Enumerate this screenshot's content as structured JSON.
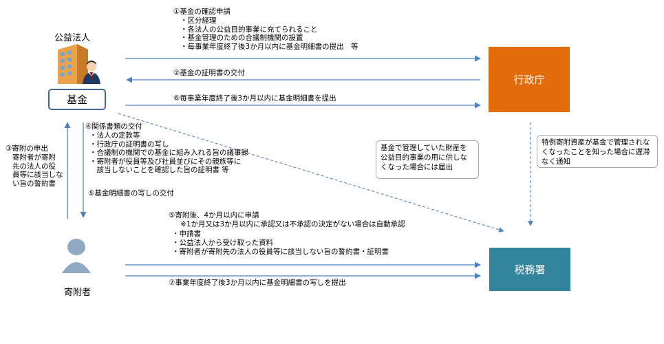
{
  "entities": {
    "public_corp": "公益法人",
    "fund": "基金",
    "agency": "行政庁",
    "tax_office": "税務署",
    "donor": "寄附者"
  },
  "flows": {
    "step1_title": "①基金の確認申請",
    "step1_items": [
      "・区分経理",
      "・各法人の公益目的事業に充てられること",
      "・基金管理のための合議制機関の設置",
      "・毎事業年度終了後3か月以内に基金明細書の提出　等"
    ],
    "step2": "②基金の証明書の交付",
    "step6": "⑥毎事業年度終了後3か月以内に基金明細書を提出",
    "step3_lines": [
      "③寄附の申出",
      "寄附者が寄附",
      "先の法人の役",
      "員等に該当しな",
      "い旨の誓約書"
    ],
    "step4_title": "④関係書類の交付",
    "step4_items": [
      "・法人の定款等",
      "・行政庁の証明書の写し",
      "・合議制の機関での基金に組み入れる旨の議事録",
      "・寄附者が役員等及び社員並びにその親族等に",
      "　該当しないことを確認した旨の証明書  等"
    ],
    "step5b": "⑤基金明細書の写しの交付",
    "step5_title": "⑤寄附後、4か月以内に申請",
    "step5_note": "※1か月又は3か月以内に承認又は不承認の決定がない場合は自動承認",
    "step5_items": [
      "・申請書",
      "・公益法人から受け取った資料",
      "・寄附者が寄附先の法人の役員等に該当しない旨の誓約書・証明書"
    ],
    "step7": "⑦事業年度終了後3か月以内に基金明細書の写しを提出"
  },
  "notes": {
    "note_left": "基金で管理していた財産を公益目的事業の用に供しなくなった場合には届出",
    "note_right": "特例寄附資産が基金で管理されなくなったことを知った場合に遅滞なく通知"
  },
  "colors": {
    "agency": "#e36c0a",
    "tax_office": "#31849b",
    "arrow": "#4f81bd",
    "fund_border": "#44688e",
    "donor": "#8ea9c1"
  }
}
